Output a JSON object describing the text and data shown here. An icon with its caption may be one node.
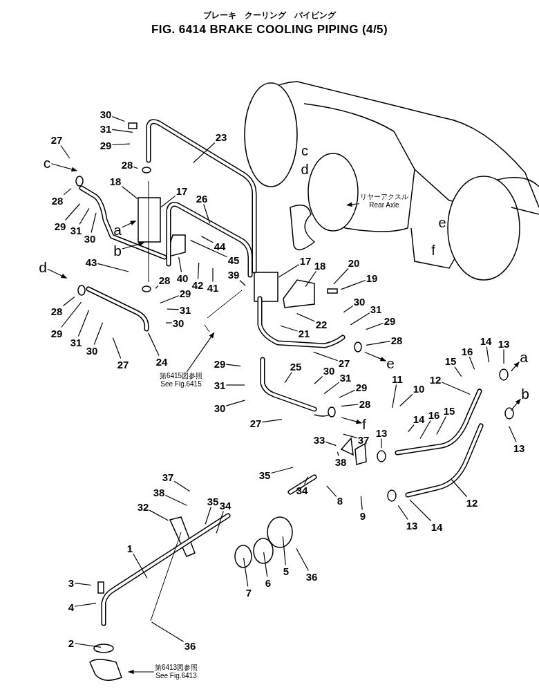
{
  "diagram": {
    "title": "FIG. 6414 BRAKE COOLING PIPING (4/5)",
    "nodes": [
      {
        "text": [
          "30"
        ]
      },
      {
        "text": [
          "31"
        ]
      },
      {
        "text": [
          "29"
        ]
      },
      {
        "text": [
          "27"
        ]
      },
      {
        "text": [
          "c"
        ]
      },
      {
        "text": [
          "28"
        ]
      },
      {
        "text": [
          "28"
        ]
      },
      {
        "text": [
          "18"
        ]
      },
      {
        "text": [
          "17"
        ]
      },
      {
        "text": [
          "23"
        ]
      },
      {
        "text": [
          "29"
        ]
      },
      {
        "text": [
          "31"
        ]
      },
      {
        "text": [
          "30"
        ]
      },
      {
        "text": [
          "a"
        ]
      },
      {
        "text": [
          "b"
        ]
      },
      {
        "text": [
          "26"
        ]
      },
      {
        "text": [
          "44"
        ]
      },
      {
        "text": [
          "45"
        ]
      },
      {
        "text": [
          "43"
        ]
      },
      {
        "text": [
          "40"
        ]
      },
      {
        "text": [
          "42"
        ]
      },
      {
        "text": [
          "41"
        ]
      },
      {
        "text": [
          "39"
        ]
      },
      {
        "text": [
          "d"
        ]
      },
      {
        "text": [
          "28"
        ]
      },
      {
        "text": [
          "29"
        ]
      },
      {
        "text": [
          "31"
        ]
      },
      {
        "text": [
          "30"
        ]
      },
      {
        "text": [
          "28"
        ]
      },
      {
        "text": [
          "29"
        ]
      },
      {
        "text": [
          "31"
        ]
      },
      {
        "text": [
          "30"
        ]
      },
      {
        "text": [
          "27"
        ]
      },
      {
        "text": [
          "24"
        ]
      },
      {
        "text": [
          "第6415図参照",
          "See Fig.6415"
        ]
      },
      {
        "text": [
          "17"
        ]
      },
      {
        "text": [
          "18"
        ]
      },
      {
        "text": [
          "20"
        ]
      },
      {
        "text": [
          "19"
        ]
      },
      {
        "text": [
          "30"
        ]
      },
      {
        "text": [
          "31"
        ]
      },
      {
        "text": [
          "29"
        ]
      },
      {
        "text": [
          "22"
        ]
      },
      {
        "text": [
          "21"
        ]
      },
      {
        "text": [
          "28"
        ]
      },
      {
        "text": [
          "e"
        ]
      },
      {
        "text": [
          "27"
        ]
      },
      {
        "text": [
          "25"
        ]
      },
      {
        "text": [
          "29"
        ]
      },
      {
        "text": [
          "31"
        ]
      },
      {
        "text": [
          "30"
        ]
      },
      {
        "text": [
          "30"
        ]
      },
      {
        "text": [
          "31"
        ]
      },
      {
        "text": [
          "29"
        ]
      },
      {
        "text": [
          "28"
        ]
      },
      {
        "text": [
          "f"
        ]
      },
      {
        "text": [
          "27"
        ]
      },
      {
        "text": [
          "11"
        ]
      },
      {
        "text": [
          "10"
        ]
      },
      {
        "text": [
          "12"
        ]
      },
      {
        "text": [
          "14"
        ]
      },
      {
        "text": [
          "16"
        ]
      },
      {
        "text": [
          "15"
        ]
      },
      {
        "text": [
          "15"
        ]
      },
      {
        "text": [
          "16"
        ]
      },
      {
        "text": [
          "14"
        ]
      },
      {
        "text": [
          "13"
        ]
      },
      {
        "text": [
          "a"
        ]
      },
      {
        "text": [
          "b"
        ]
      },
      {
        "text": [
          "13"
        ]
      },
      {
        "text": [
          "13"
        ]
      },
      {
        "text": [
          "33"
        ]
      },
      {
        "text": [
          "37"
        ]
      },
      {
        "text": [
          "38"
        ]
      },
      {
        "text": [
          "35"
        ]
      },
      {
        "text": [
          "34"
        ]
      },
      {
        "text": [
          "8"
        ]
      },
      {
        "text": [
          "9"
        ]
      },
      {
        "text": [
          "13"
        ]
      },
      {
        "text": [
          "14"
        ]
      },
      {
        "text": [
          "12"
        ]
      },
      {
        "text": [
          "37"
        ]
      },
      {
        "text": [
          "38"
        ]
      },
      {
        "text": [
          "32"
        ]
      },
      {
        "text": [
          "35"
        ]
      },
      {
        "text": [
          "34"
        ]
      },
      {
        "text": [
          "1"
        ]
      },
      {
        "text": [
          "7"
        ]
      },
      {
        "text": [
          "6"
        ]
      },
      {
        "text": [
          "5"
        ]
      },
      {
        "text": [
          "36"
        ]
      },
      {
        "text": [
          "3"
        ]
      },
      {
        "text": [
          "4"
        ]
      },
      {
        "text": [
          "2"
        ]
      },
      {
        "text": [
          "36"
        ]
      },
      {
        "text": [
          "第6413図参照",
          "See Fig.6413"
        ]
      },
      {
        "text": [
          "リヤーアクスル",
          "Rear Axle"
        ]
      }
    ],
    "edges": [
      {
        "from": 0,
        "to": null,
        "arrow": "none"
      },
      {
        "from": 1,
        "to": null,
        "arrow": "none"
      },
      {
        "from": 2,
        "to": null,
        "arrow": "none"
      },
      {
        "from": 3,
        "to": null,
        "arrow": "none"
      },
      {
        "from": 4,
        "to": null,
        "arrow": "to"
      },
      {
        "from": 5,
        "to": null,
        "arrow": "none"
      },
      {
        "from": 6,
        "to": null,
        "arrow": "none"
      },
      {
        "from": 7,
        "to": null,
        "arrow": "none"
      },
      {
        "from": 8,
        "to": null,
        "arrow": "none"
      },
      {
        "from": 9,
        "to": null,
        "arrow": "none"
      },
      {
        "from": 10,
        "to": null,
        "arrow": "none"
      },
      {
        "from": 11,
        "to": null,
        "arrow": "none"
      },
      {
        "from": 12,
        "to": null,
        "arrow": "none"
      },
      {
        "from": 13,
        "to": null,
        "arrow": "to"
      },
      {
        "from": 14,
        "to": null,
        "arrow": "to"
      },
      {
        "from": 15,
        "to": null,
        "arrow": "none"
      },
      {
        "from": 16,
        "to": null,
        "arrow": "none"
      },
      {
        "from": 17,
        "to": null,
        "arrow": "none"
      },
      {
        "from": 18,
        "to": null,
        "arrow": "none"
      },
      {
        "from": 19,
        "to": null,
        "arrow": "none"
      },
      {
        "from": 20,
        "to": null,
        "arrow": "none"
      },
      {
        "from": 21,
        "to": null,
        "arrow": "none"
      },
      {
        "from": 22,
        "to": null,
        "arrow": "none"
      },
      {
        "from": 23,
        "to": null,
        "arrow": "to"
      },
      {
        "from": 24,
        "to": null,
        "arrow": "none"
      },
      {
        "from": 25,
        "to": null,
        "arrow": "none"
      },
      {
        "from": 26,
        "to": null,
        "arrow": "none"
      },
      {
        "from": 27,
        "to": null,
        "arrow": "none"
      },
      {
        "from": 28,
        "to": null,
        "arrow": "none"
      },
      {
        "from": 29,
        "to": null,
        "arrow": "none"
      },
      {
        "from": 30,
        "to": null,
        "arrow": "none"
      },
      {
        "from": 31,
        "to": null,
        "arrow": "none"
      },
      {
        "from": 32,
        "to": null,
        "arrow": "none"
      },
      {
        "from": 33,
        "to": null,
        "arrow": "none"
      },
      {
        "from": 34,
        "to": null,
        "arrow": "to"
      },
      {
        "from": 35,
        "to": null,
        "arrow": "none"
      },
      {
        "from": 36,
        "to": null,
        "arrow": "none"
      },
      {
        "from": 37,
        "to": null,
        "arrow": "none"
      },
      {
        "from": 38,
        "to": null,
        "arrow": "none"
      },
      {
        "from": 39,
        "to": null,
        "arrow": "none"
      },
      {
        "from": 40,
        "to": null,
        "arrow": "none"
      },
      {
        "from": 41,
        "to": null,
        "arrow": "none"
      },
      {
        "from": 42,
        "to": null,
        "arrow": "none"
      },
      {
        "from": 43,
        "to": null,
        "arrow": "none"
      },
      {
        "from": 44,
        "to": null,
        "arrow": "none"
      },
      {
        "from": null,
        "to": 45,
        "arrow": "to"
      },
      {
        "from": 46,
        "to": null,
        "arrow": "none"
      },
      {
        "from": 47,
        "to": null,
        "arrow": "none"
      },
      {
        "from": 48,
        "to": null,
        "arrow": "none"
      },
      {
        "from": 49,
        "to": null,
        "arrow": "none"
      },
      {
        "from": 50,
        "to": null,
        "arrow": "none"
      },
      {
        "from": 51,
        "to": null,
        "arrow": "none"
      },
      {
        "from": 52,
        "to": null,
        "arrow": "none"
      },
      {
        "from": 53,
        "to": null,
        "arrow": "none"
      },
      {
        "from": 54,
        "to": null,
        "arrow": "none"
      },
      {
        "from": null,
        "to": 55,
        "arrow": "to"
      },
      {
        "from": 56,
        "to": null,
        "arrow": "none"
      },
      {
        "from": 57,
        "to": null,
        "arrow": "none"
      },
      {
        "from": 58,
        "to": null,
        "arrow": "none"
      },
      {
        "from": 59,
        "to": null,
        "arrow": "none"
      },
      {
        "from": 60,
        "to": null,
        "arrow": "none"
      },
      {
        "from": 61,
        "to": null,
        "arrow": "none"
      },
      {
        "from": 62,
        "to": null,
        "arrow": "none"
      },
      {
        "from": 63,
        "to": null,
        "arrow": "none"
      },
      {
        "from": 64,
        "to": null,
        "arrow": "none"
      },
      {
        "from": 65,
        "to": null,
        "arrow": "none"
      },
      {
        "from": 66,
        "to": null,
        "arrow": "none"
      },
      {
        "from": null,
        "to": 67,
        "arrow": "to"
      },
      {
        "from": null,
        "to": 68,
        "arrow": "to"
      },
      {
        "from": 69,
        "to": null,
        "arrow": "none"
      },
      {
        "from": 70,
        "to": null,
        "arrow": "none"
      },
      {
        "from": 71,
        "to": null,
        "arrow": "none"
      },
      {
        "from": 72,
        "to": null,
        "arrow": "none"
      },
      {
        "from": 73,
        "to": null,
        "arrow": "none"
      },
      {
        "from": 74,
        "to": null,
        "arrow": "none"
      },
      {
        "from": 75,
        "to": null,
        "arrow": "none"
      },
      {
        "from": 76,
        "to": null,
        "arrow": "none"
      },
      {
        "from": 77,
        "to": null,
        "arrow": "none"
      },
      {
        "from": 78,
        "to": null,
        "arrow": "none"
      },
      {
        "from": 79,
        "to": null,
        "arrow": "none"
      },
      {
        "from": 80,
        "to": null,
        "arrow": "none"
      },
      {
        "from": 81,
        "to": null,
        "arrow": "none"
      },
      {
        "from": 82,
        "to": null,
        "arrow": "none"
      },
      {
        "from": 83,
        "to": null,
        "arrow": "none"
      },
      {
        "from": 84,
        "to": null,
        "arrow": "none"
      },
      {
        "from": 85,
        "to": null,
        "arrow": "none"
      },
      {
        "from": 86,
        "to": null,
        "arrow": "none"
      },
      {
        "from": 87,
        "to": null,
        "arrow": "none"
      },
      {
        "from": 88,
        "to": null,
        "arrow": "none"
      },
      {
        "from": 89,
        "to": null,
        "arrow": "none"
      },
      {
        "from": 90,
        "to": null,
        "arrow": "none"
      },
      {
        "from": 91,
        "to": null,
        "arrow": "none"
      },
      {
        "from": 92,
        "to": null,
        "arrow": "none"
      },
      {
        "from": 93,
        "to": null,
        "arrow": "none"
      },
      {
        "from": 94,
        "to": null,
        "arrow": "none"
      },
      {
        "from": 95,
        "to": null,
        "arrow": "to"
      },
      {
        "from": 96,
        "to": null,
        "arrow": "to"
      }
    ],
    "labels": [
      "ブレーキ　クーリング　パイピング",
      "c",
      "d",
      "e",
      "f"
    ]
  }
}
